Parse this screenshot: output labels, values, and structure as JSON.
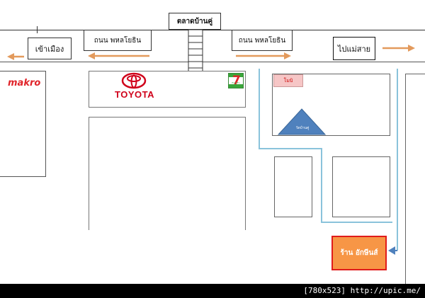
{
  "labels": {
    "market": "ตลาดบ้านคู่",
    "to_city": "เข้าเมือง",
    "road_left": "ถนน พหลโยธิน",
    "road_right": "ถนน พหลโยธิน",
    "to_maesai": "ไปแม่สาย",
    "makro": "makro",
    "toyota": "TOYOTA",
    "seven_eleven": "7",
    "seven_eleven_sub": "ELEVEn",
    "school": "โมบิ",
    "temple": "วัดบ้านคู่",
    "shop": "ร้าน อักษีนส์"
  },
  "footer": {
    "text": "[780x523] http://upic.me/"
  },
  "colors": {
    "arrow": "#e39a5c",
    "route": "#8ac3db",
    "shop_fill": "#f79646",
    "shop_border": "#e01b1b",
    "makro": "#e0242a",
    "toyota": "#d0021b",
    "triangle": "#4f81bd",
    "school_fill": "#f6c6c6",
    "footer_bg": "#000000",
    "footer_text": "#ffffff"
  }
}
